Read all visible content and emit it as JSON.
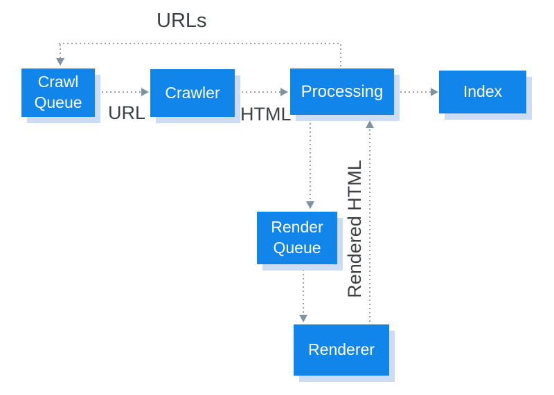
{
  "diagram": {
    "nodes": {
      "crawl_queue": {
        "label": "Crawl Queue"
      },
      "crawler": {
        "label": "Crawler"
      },
      "processing": {
        "label": "Processing"
      },
      "index": {
        "label": "Index"
      },
      "render_queue": {
        "label": "Render Queue"
      },
      "renderer": {
        "label": "Renderer"
      }
    },
    "edge_labels": {
      "urls": "URLs",
      "url": "URL",
      "html": "HTML",
      "rendered_html": "Rendered HTML"
    },
    "edges": [
      {
        "from": "crawl_queue",
        "to": "crawler",
        "label": "URL"
      },
      {
        "from": "crawler",
        "to": "processing",
        "label": "HTML"
      },
      {
        "from": "processing",
        "to": "index",
        "label": ""
      },
      {
        "from": "processing",
        "to": "crawl_queue",
        "label": "URLs"
      },
      {
        "from": "processing",
        "to": "render_queue",
        "label": ""
      },
      {
        "from": "render_queue",
        "to": "renderer",
        "label": ""
      },
      {
        "from": "renderer",
        "to": "processing",
        "label": "Rendered HTML"
      }
    ],
    "colors": {
      "node_fill": "#1285eb",
      "node_shadow": "#cbdcf4",
      "node_text": "#ffffff",
      "line_dots": "#9aa0a6",
      "arrowhead": "#7f929e",
      "label_text": "#3c4043",
      "background": "#ffffff"
    }
  }
}
